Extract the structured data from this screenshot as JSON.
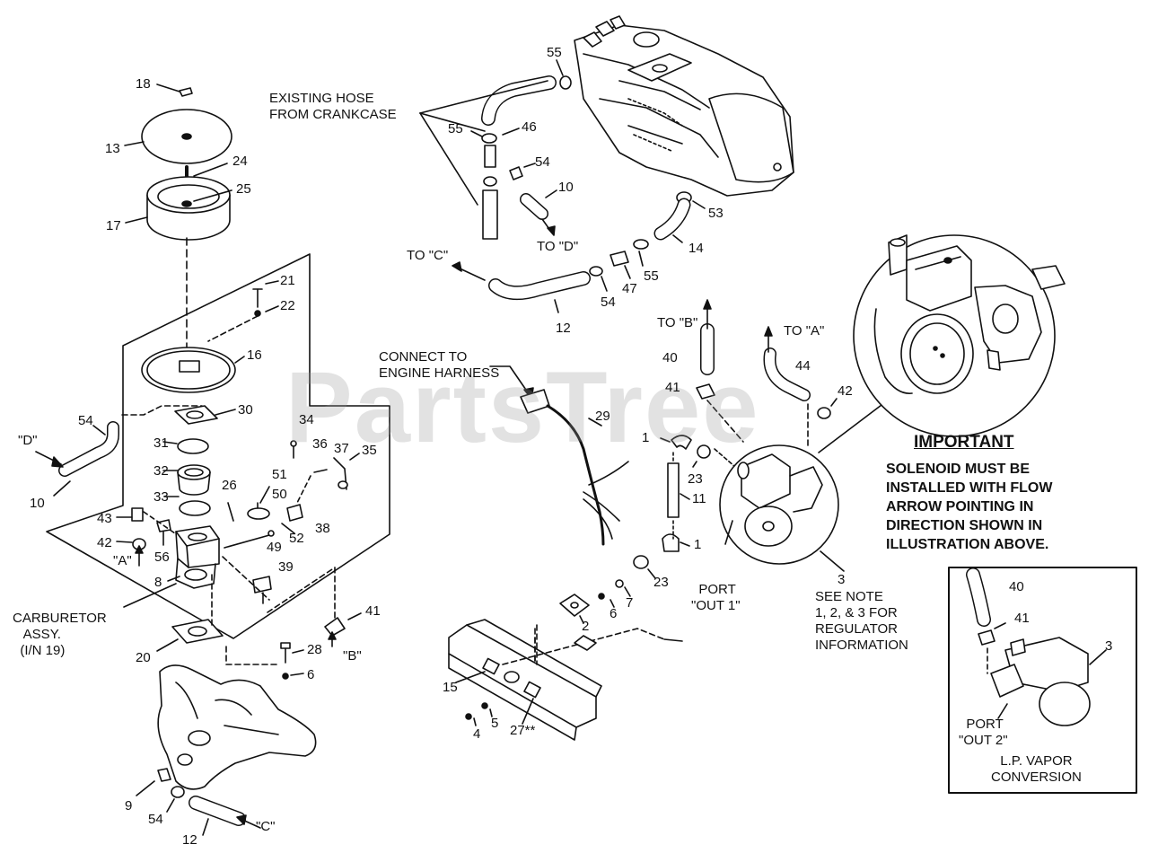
{
  "watermark": "PartsTree",
  "callouts": {
    "c18": "18",
    "c13": "13",
    "c24": "24",
    "c25": "25",
    "c17": "17",
    "c21": "21",
    "c22": "22",
    "c16": "16",
    "c30": "30",
    "c54a": "54",
    "c31": "31",
    "c34": "34",
    "c36": "36",
    "c37": "37",
    "c35": "35",
    "c32": "32",
    "c51": "51",
    "c26": "26",
    "c33": "33",
    "c50": "50",
    "c38": "38",
    "c43": "43",
    "c52": "52",
    "c42a": "42",
    "c56": "56",
    "c49": "49",
    "c8": "8",
    "c39": "39",
    "c41a": "41",
    "c20": "20",
    "c28": "28",
    "c6a": "6",
    "c9": "9",
    "c54b": "54",
    "c12a": "12",
    "c10a": "10",
    "c55a": "55",
    "c55b": "55",
    "c46": "46",
    "c54c": "54",
    "c10b": "10",
    "c53": "53",
    "c14": "14",
    "c55c": "55",
    "c47": "47",
    "c54d": "54",
    "c12b": "12",
    "c40a": "40",
    "c41b": "41",
    "c44": "44",
    "c42b": "42",
    "c29": "29",
    "c1a": "1",
    "c23a": "23",
    "c11": "11",
    "c1b": "1",
    "c23b": "23",
    "c7": "7",
    "c2": "2",
    "c6b": "6",
    "c15": "15",
    "c5": "5",
    "c4": "4",
    "c27": "27**",
    "c3a": "3",
    "c40b": "40",
    "c41c": "41",
    "c3b": "3"
  },
  "tags": {
    "d_left": "\"D\"",
    "a_left": "\"A\"",
    "b_mid": "\"B\"",
    "c_bottom": "\"C\"",
    "to_c": "TO \"C\"",
    "to_d": "TO \"D\"",
    "to_b": "TO \"B\"",
    "to_a": "TO \"A\""
  },
  "captions": {
    "existing_hose": "EXISTING HOSE\nFROM CRANKCASE",
    "connect": "CONNECT TO\nENGINE HARNESS",
    "carb": "CARBURETOR\n   ASSY.\n  (I/N 19)",
    "port1": "  PORT\n\"OUT 1\"",
    "see_note": "SEE NOTE\n1, 2, & 3 FOR\nREGULATOR\nINFORMATION",
    "port2": "  PORT\n\"OUT 2\"",
    "lp": "L.P. VAPOR\nCONVERSION"
  },
  "important": {
    "title": "IMPORTANT",
    "body": "SOLENOID MUST BE\nINSTALLED WITH FLOW\nARROW POINTING IN\nDIRECTION SHOWN IN\nILLUSTRATION ABOVE."
  },
  "colors": {
    "ink": "#111111",
    "watermark": "#969696"
  }
}
